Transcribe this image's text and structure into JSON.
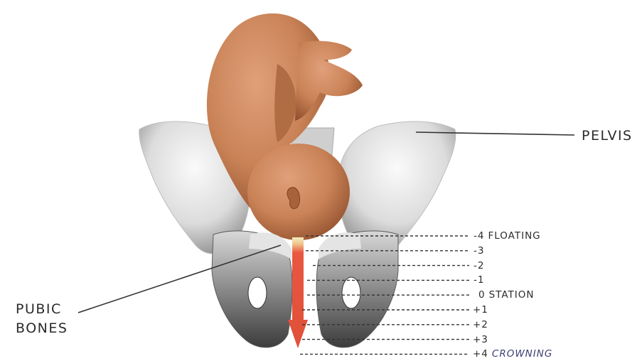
{
  "labels": {
    "pelvis": "PELVIS",
    "pubic_line1": "PUBIC",
    "pubic_line2": "BONES"
  },
  "stations": [
    {
      "value": "-4",
      "desc": "FLOATING",
      "italic": false
    },
    {
      "value": "-3",
      "desc": "",
      "italic": false
    },
    {
      "value": "-2",
      "desc": "",
      "italic": false
    },
    {
      "value": "-1",
      "desc": "",
      "italic": false
    },
    {
      "value": "0",
      "desc": "STATION",
      "italic": false
    },
    {
      "value": "+1",
      "desc": "",
      "italic": false
    },
    {
      "value": "+2",
      "desc": "",
      "italic": false
    },
    {
      "value": "+3",
      "desc": "",
      "italic": false
    },
    {
      "value": "+4",
      "desc": "CROWNING",
      "italic": true
    }
  ],
  "colors": {
    "arrow": "#e8573f",
    "arrow_tip_base": "#f4e6a8",
    "bone": "#e6e6e6",
    "bone_shadow": "#4a4a4a",
    "skin": "#c98256",
    "skin_dark": "#9e5a33",
    "crowning_text": "#3e3f73"
  }
}
